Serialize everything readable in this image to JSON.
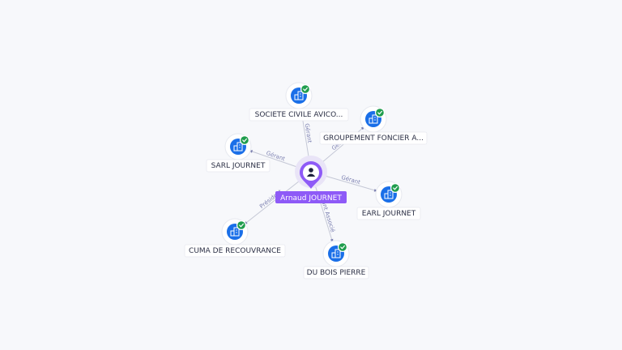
{
  "center": {
    "name": "Arnaud JOURNET",
    "icon": "person-icon",
    "color": "#8e5af7"
  },
  "nodes": [
    {
      "id": "societe",
      "name": "SOCIETE CIVILE AVICO...",
      "icon": "company-building-icon",
      "verified": true
    },
    {
      "id": "groupement",
      "name": "GROUPEMENT FONCIER A...",
      "icon": "company-building-icon",
      "verified": true
    },
    {
      "id": "sarl",
      "name": "SARL JOURNET",
      "icon": "company-building-icon",
      "verified": true
    },
    {
      "id": "earl",
      "name": "EARL JOURNET",
      "icon": "company-building-icon",
      "verified": true
    },
    {
      "id": "cuma",
      "name": "CUMA DE RECOUVRANCE",
      "icon": "company-building-icon",
      "verified": true
    },
    {
      "id": "dubois",
      "name": "DU BOIS PIERRE",
      "icon": "company-building-icon",
      "verified": true
    }
  ],
  "edges": [
    {
      "to": "societe",
      "label": "Gérant"
    },
    {
      "to": "groupement",
      "label": "Gérant"
    },
    {
      "to": "sarl",
      "label": "Gérant"
    },
    {
      "to": "earl",
      "label": "Gérant"
    },
    {
      "to": "cuma",
      "label": "Président"
    },
    {
      "to": "dubois",
      "label": "Gérant Associé"
    }
  ],
  "colors": {
    "company": "#1a6fe8",
    "verified": "#1f9d4d",
    "edge_label": "#7b7fb0"
  }
}
